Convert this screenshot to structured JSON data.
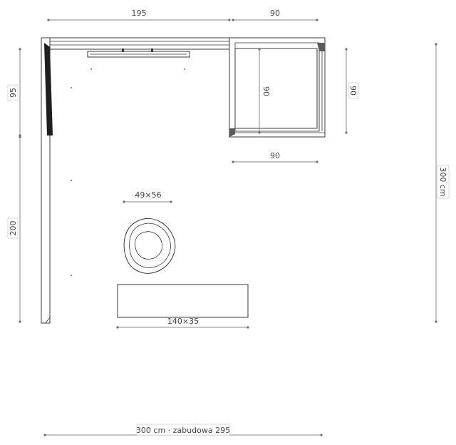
{
  "dimensions": {
    "top_left_width": "195",
    "top_right_width": "90",
    "cabinet_bottom_width": "90",
    "cabinet_inner_height": "90",
    "cabinet_right_height": "90",
    "left_upper_height": "95",
    "left_lower_height": "200",
    "total_height": "300 cm",
    "chair_size": "49×56",
    "desk_size": "140×35",
    "bottom_total": "300 cm · zabudowa 295"
  },
  "colors": {
    "line": "#3a3a3a",
    "dimension": "#8a8a8a",
    "wall_dark": "#1f1f1f",
    "text": "#444444"
  },
  "icons": {
    "chair": "armchair-top-view-icon"
  }
}
